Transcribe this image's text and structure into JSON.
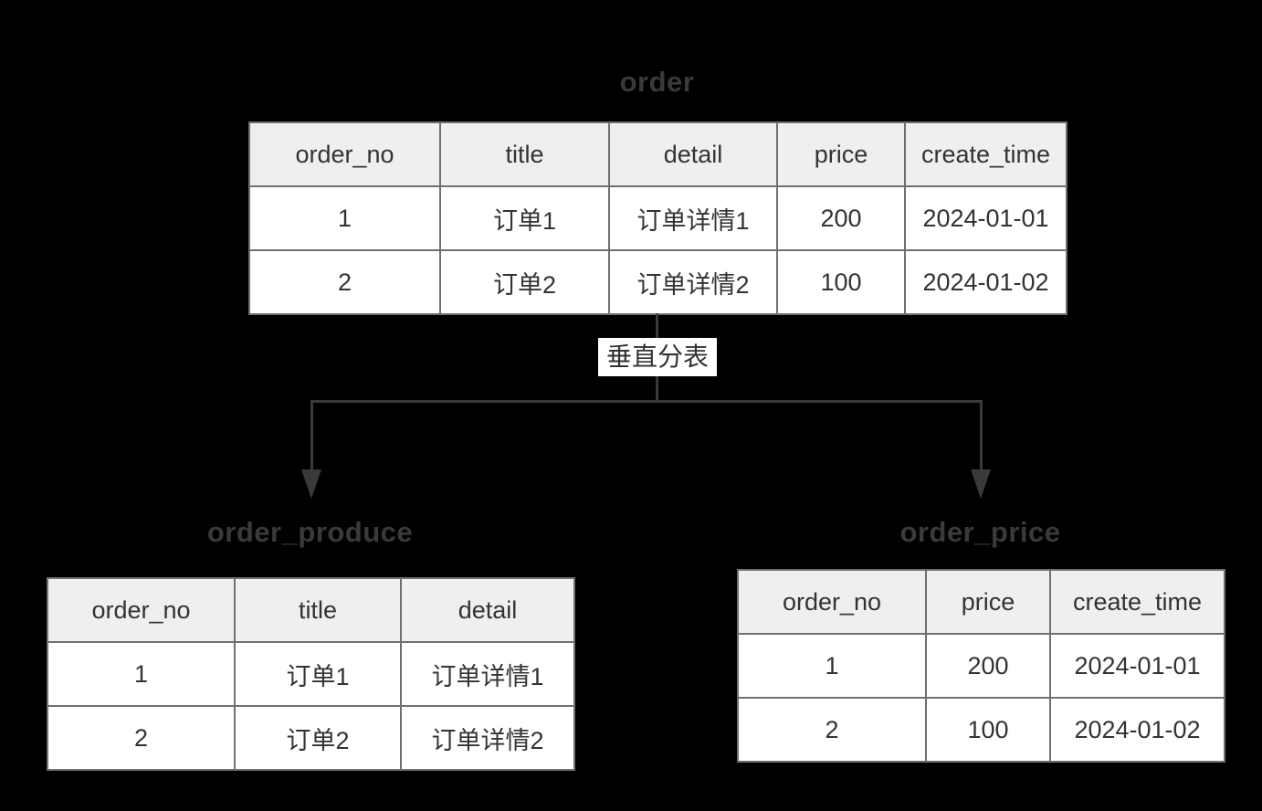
{
  "split_label": "垂直分表",
  "tables": {
    "order": {
      "title": "order",
      "headers": [
        "order_no",
        "title",
        "detail",
        "price",
        "create_time"
      ],
      "rows": [
        [
          "1",
          "订单1",
          "订单详情1",
          "200",
          "2024-01-01"
        ],
        [
          "2",
          "订单2",
          "订单详情2",
          "100",
          "2024-01-02"
        ]
      ]
    },
    "order_produce": {
      "title": "order_produce",
      "headers": [
        "order_no",
        "title",
        "detail"
      ],
      "rows": [
        [
          "1",
          "订单1",
          "订单详情1"
        ],
        [
          "2",
          "订单2",
          "订单详情2"
        ]
      ]
    },
    "order_price": {
      "title": "order_price",
      "headers": [
        "order_no",
        "price",
        "create_time"
      ],
      "rows": [
        [
          "1",
          "200",
          "2024-01-01"
        ],
        [
          "2",
          "100",
          "2024-01-02"
        ]
      ]
    }
  },
  "colors": {
    "background": "#000000",
    "connector_line": "#3a3a3a",
    "table_border": "#707070",
    "header_bg": "#efefef",
    "cell_bg": "#ffffff",
    "cell_text": "#333333",
    "title_text": "#3a3a3a",
    "label_bg": "#ffffff"
  }
}
